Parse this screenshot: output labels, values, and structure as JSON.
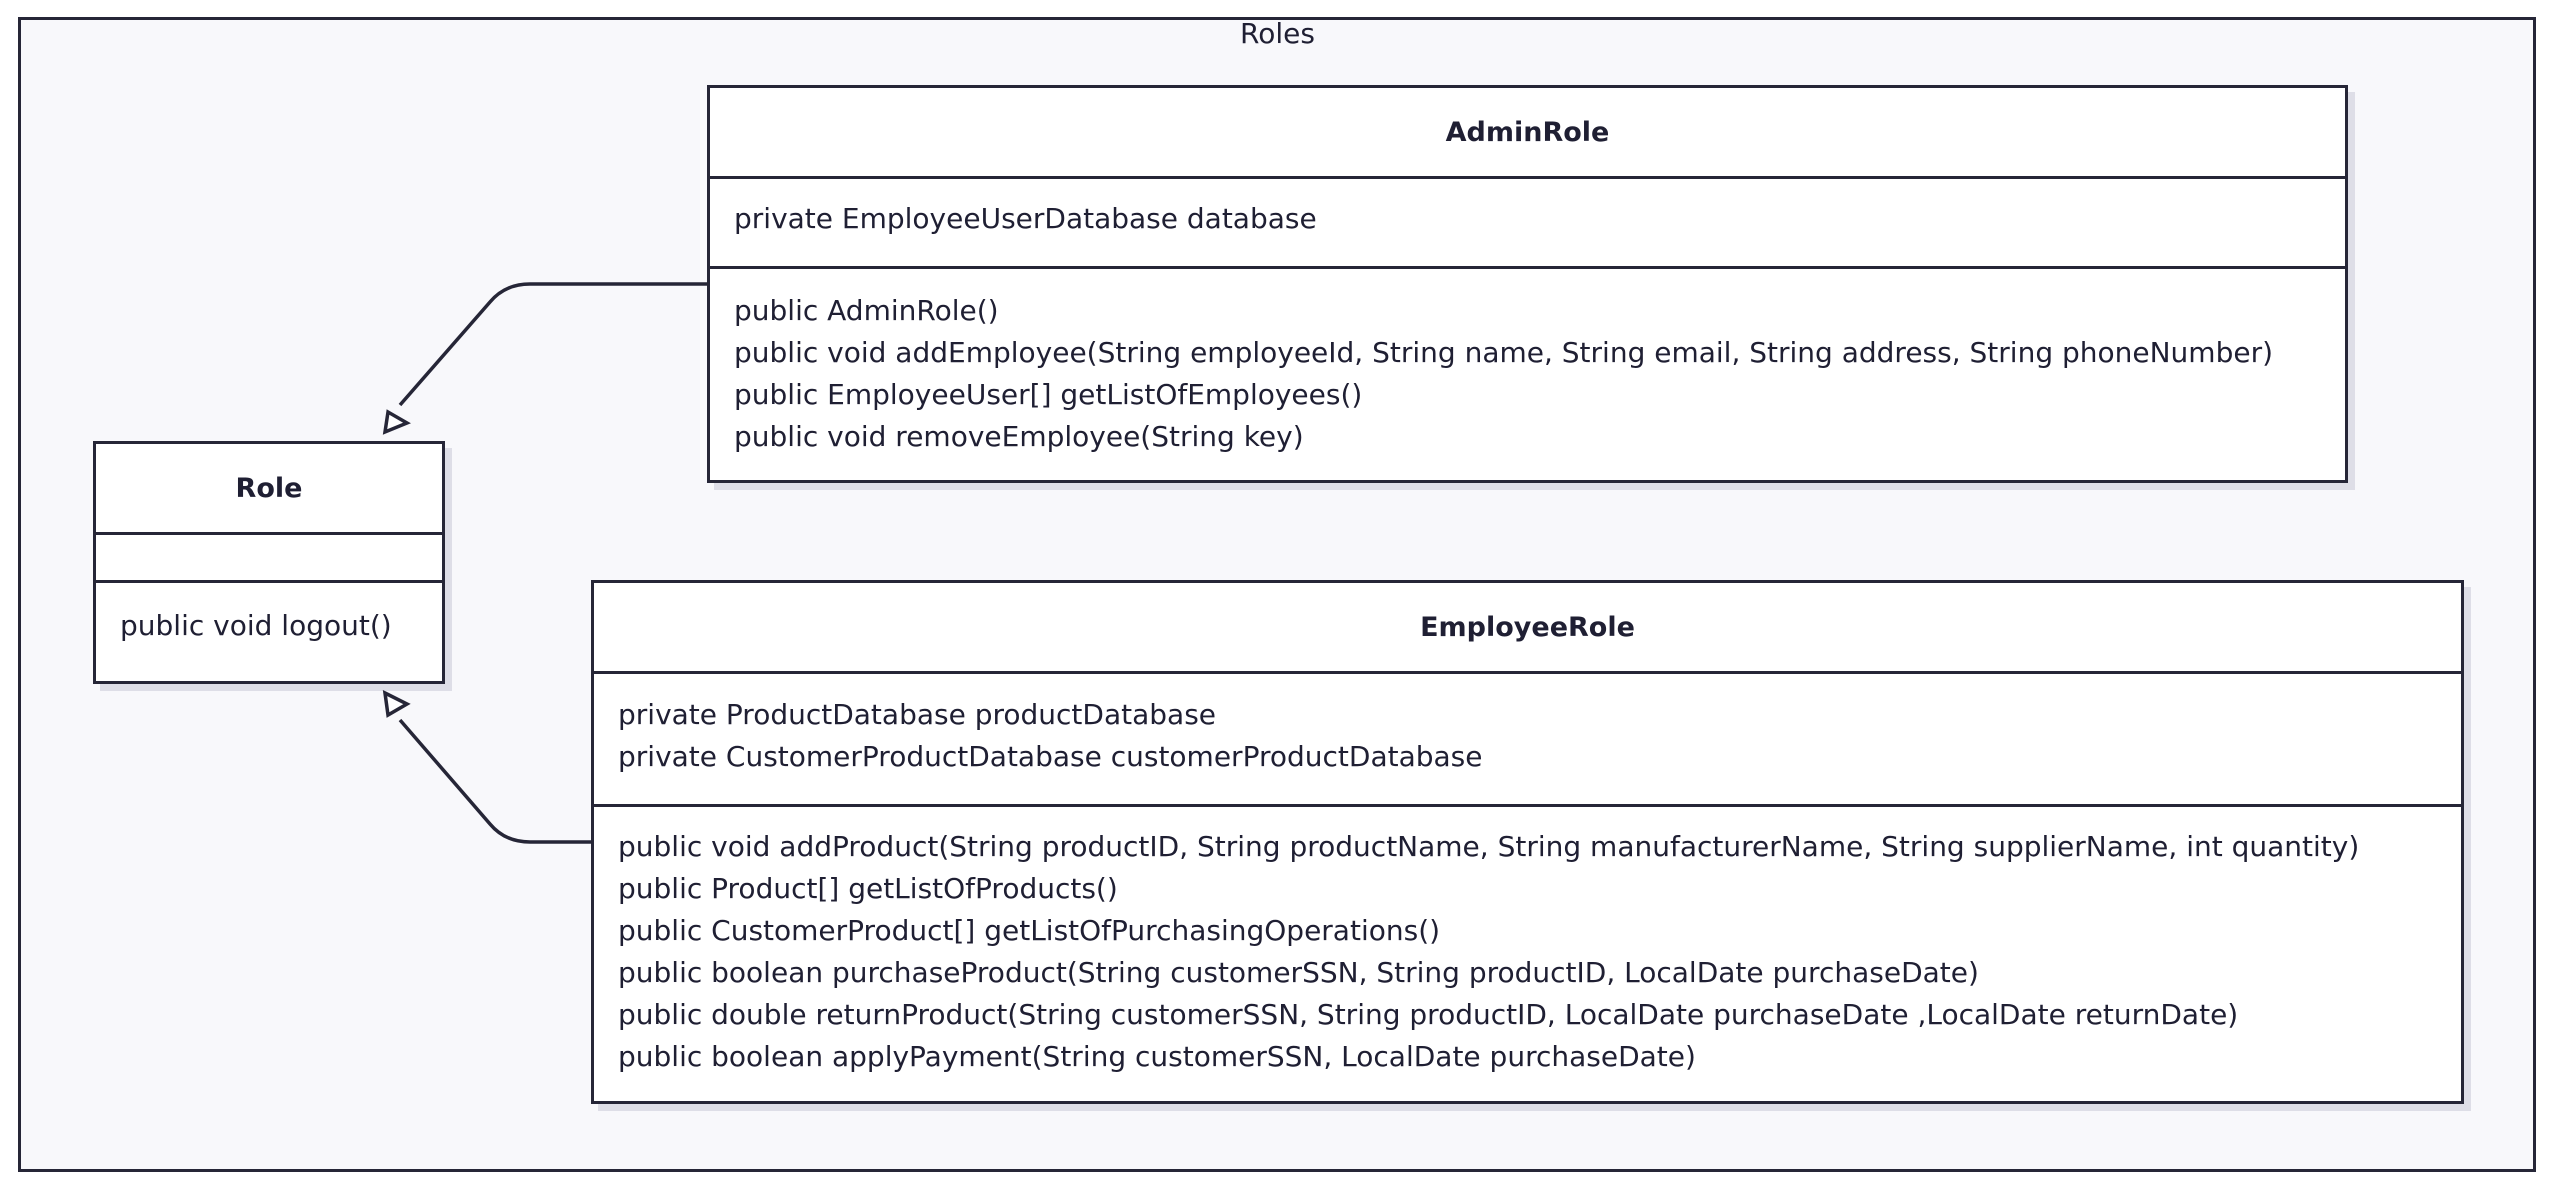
{
  "package": {
    "title": "Roles"
  },
  "classes": {
    "role": {
      "name": "Role",
      "attributes": [],
      "methods": [
        "public void logout()"
      ]
    },
    "admin_role": {
      "name": "AdminRole",
      "attributes": [
        "private EmployeeUserDatabase database"
      ],
      "methods": [
        "public AdminRole()",
        "public void addEmployee(String employeeId, String name, String email, String address, String phoneNumber)",
        "public EmployeeUser[] getListOfEmployees()",
        "public void removeEmployee(String key)"
      ]
    },
    "employee_role": {
      "name": "EmployeeRole",
      "attributes": [
        "private ProductDatabase productDatabase",
        "private CustomerProductDatabase customerProductDatabase"
      ],
      "methods": [
        "public void addProduct(String productID, String productName, String manufacturerName, String supplierName, int quantity)",
        "public Product[] getListOfProducts()",
        "public CustomerProduct[] getListOfPurchasingOperations()",
        "public boolean purchaseProduct(String customerSSN, String productID, LocalDate purchaseDate)",
        "public double returnProduct(String customerSSN, String productID, LocalDate purchaseDate ,LocalDate returnDate)",
        "public boolean applyPayment(String customerSSN, LocalDate purchaseDate)"
      ]
    }
  },
  "relationships": [
    {
      "type": "inheritance",
      "from": "AdminRole",
      "to": "Role"
    },
    {
      "type": "inheritance",
      "from": "EmployeeRole",
      "to": "Role"
    }
  ],
  "colors": {
    "stroke": "#262637",
    "package_fill": "#f8f8fb",
    "class_fill": "#ffffff"
  }
}
